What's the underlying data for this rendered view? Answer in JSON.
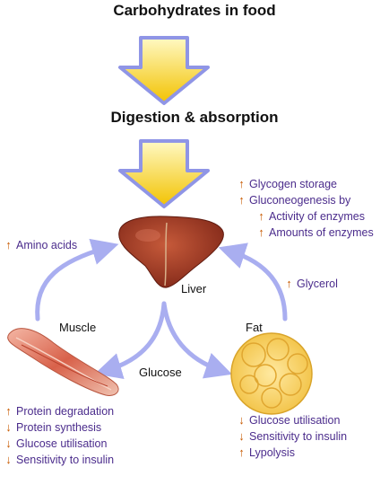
{
  "titles": {
    "top": "Carbohydrates in food",
    "middle": "Digestion & absorption"
  },
  "organs": {
    "liver": "Liver",
    "muscle": "Muscle",
    "fat": "Fat",
    "glucose": "Glucose"
  },
  "effects": {
    "liver": [
      {
        "dir": "up",
        "text": "Glycogen storage"
      },
      {
        "dir": "up",
        "text": "Gluconeogenesis by"
      },
      {
        "dir": "up",
        "text": "Activity of enzymes"
      },
      {
        "dir": "up",
        "text": "Amounts of enzymes"
      }
    ],
    "amino": {
      "dir": "up",
      "text": "Amino acids"
    },
    "glycerol": {
      "dir": "up",
      "text": "Glycerol"
    },
    "muscle": [
      {
        "dir": "up",
        "text": "Protein degradation"
      },
      {
        "dir": "down",
        "text": "Protein synthesis"
      },
      {
        "dir": "down",
        "text": "Glucose utilisation"
      },
      {
        "dir": "down",
        "text": "Sensitivity to insulin"
      }
    ],
    "fat": [
      {
        "dir": "down",
        "text": "Glucose utilisation"
      },
      {
        "dir": "down",
        "text": "Sensitivity to insulin"
      },
      {
        "dir": "up",
        "text": "Lypolysis"
      }
    ]
  },
  "colors": {
    "arrow_fill_top": "#fff6b0",
    "arrow_fill_bottom": "#f5c400",
    "arrow_outline": "#8f95e6",
    "cycle_arrow": "#a9aef0",
    "effect_text": "#4b2c8c",
    "effect_arrow": "#c85a00"
  }
}
